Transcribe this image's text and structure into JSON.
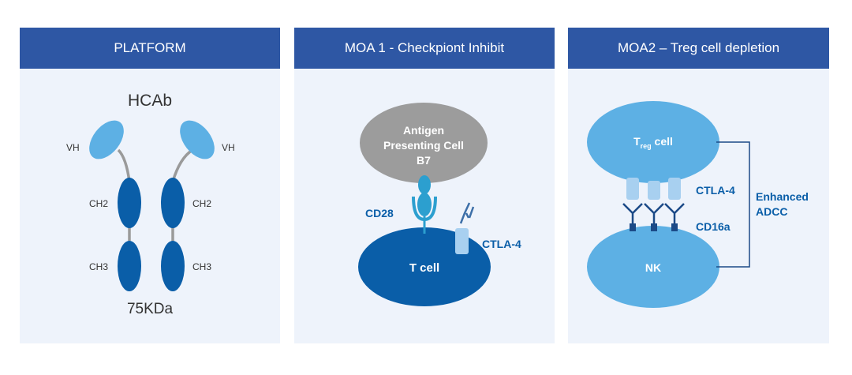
{
  "colors": {
    "header": "#2e57a4",
    "panel_bg": "#eef3fb",
    "dark_blue": "#0a5ea8",
    "light_blue": "#5db0e4",
    "pale_blue": "#a8d0f0",
    "teal": "#2c9fcf",
    "gray_cell": "#9c9c9c",
    "gray_linker": "#9a9a9a"
  },
  "panels": {
    "platform": {
      "title": "PLATFORM",
      "molecule": "HCAb",
      "mass": "75KDa",
      "vh_left": "VH",
      "vh_right": "VH",
      "ch2_left": "CH2",
      "ch2_right": "CH2",
      "ch3_left": "CH3",
      "ch3_right": "CH3"
    },
    "moa1": {
      "title": "MOA 1 - Checkpiont Inhibit",
      "apc_line1": "Antigen",
      "apc_line2": "Presenting Cell",
      "apc_line3": "B7",
      "cd28": "CD28",
      "ctla4": "CTLA-4",
      "tcell": "T cell"
    },
    "moa2": {
      "title": "MOA2 – Treg cell depletion",
      "treg_main": "T",
      "treg_sub": "reg",
      "treg_suffix": " cell",
      "ctla4": "CTLA-4",
      "cd16a": "CD16a",
      "nk": "NK",
      "enhanced_line1": "Enhanced",
      "enhanced_line2": "ADCC"
    }
  }
}
